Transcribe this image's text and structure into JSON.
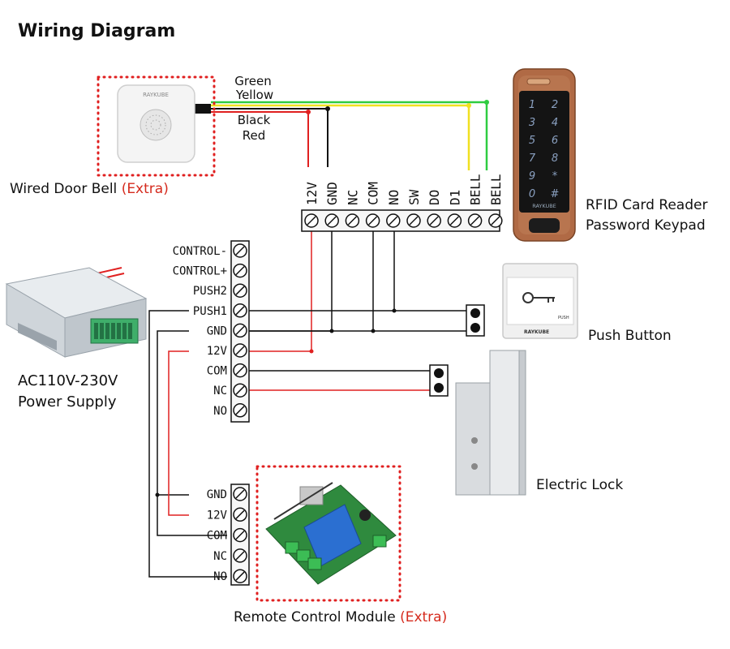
{
  "title": "Wiring Diagram",
  "components": {
    "door_bell": {
      "label": "Wired Door Bell",
      "extra": "(Extra)",
      "brand": "RAYKUBE"
    },
    "rfid_reader": {
      "label_line1": "RFID Card Reader",
      "label_line2": "Password Keypad",
      "brand": "RAYKUBE"
    },
    "power_supply": {
      "label_line1": "AC110V-230V",
      "label_line2": "Power Supply"
    },
    "push_button": {
      "label": "Push Button",
      "brand": "RAYKUBE",
      "push_text": "PUSH"
    },
    "electric_lock": {
      "label": "Electric Lock"
    },
    "remote_module": {
      "label": "Remote Control Module",
      "extra": "(Extra)"
    }
  },
  "wire_labels": {
    "green": "Green",
    "yellow": "Yellow",
    "black": "Black",
    "red": "Red"
  },
  "reader_terminals": [
    "12V",
    "GND",
    "NC",
    "COM",
    "NO",
    "SW",
    "DO",
    "D1",
    "BELL",
    "BELL"
  ],
  "power_terminals": [
    "CONTROL-",
    "CONTROL+",
    "PUSH2",
    "PUSH1",
    "GND",
    "12V",
    "COM",
    "NC",
    "NO"
  ],
  "remote_terminals": [
    "GND",
    "12V",
    "COM",
    "NC",
    "NO"
  ],
  "keypad_keys": [
    "1",
    "2",
    "3",
    "4",
    "5",
    "6",
    "7",
    "8",
    "9",
    "*",
    "0",
    "#"
  ],
  "colors": {
    "red_wire": "#e02020",
    "black_wire": "#111111",
    "green_wire": "#2ecc40",
    "yellow_wire": "#f0e020",
    "accent_extra": "#d52b1e",
    "reader_copper": "#b06a45"
  }
}
